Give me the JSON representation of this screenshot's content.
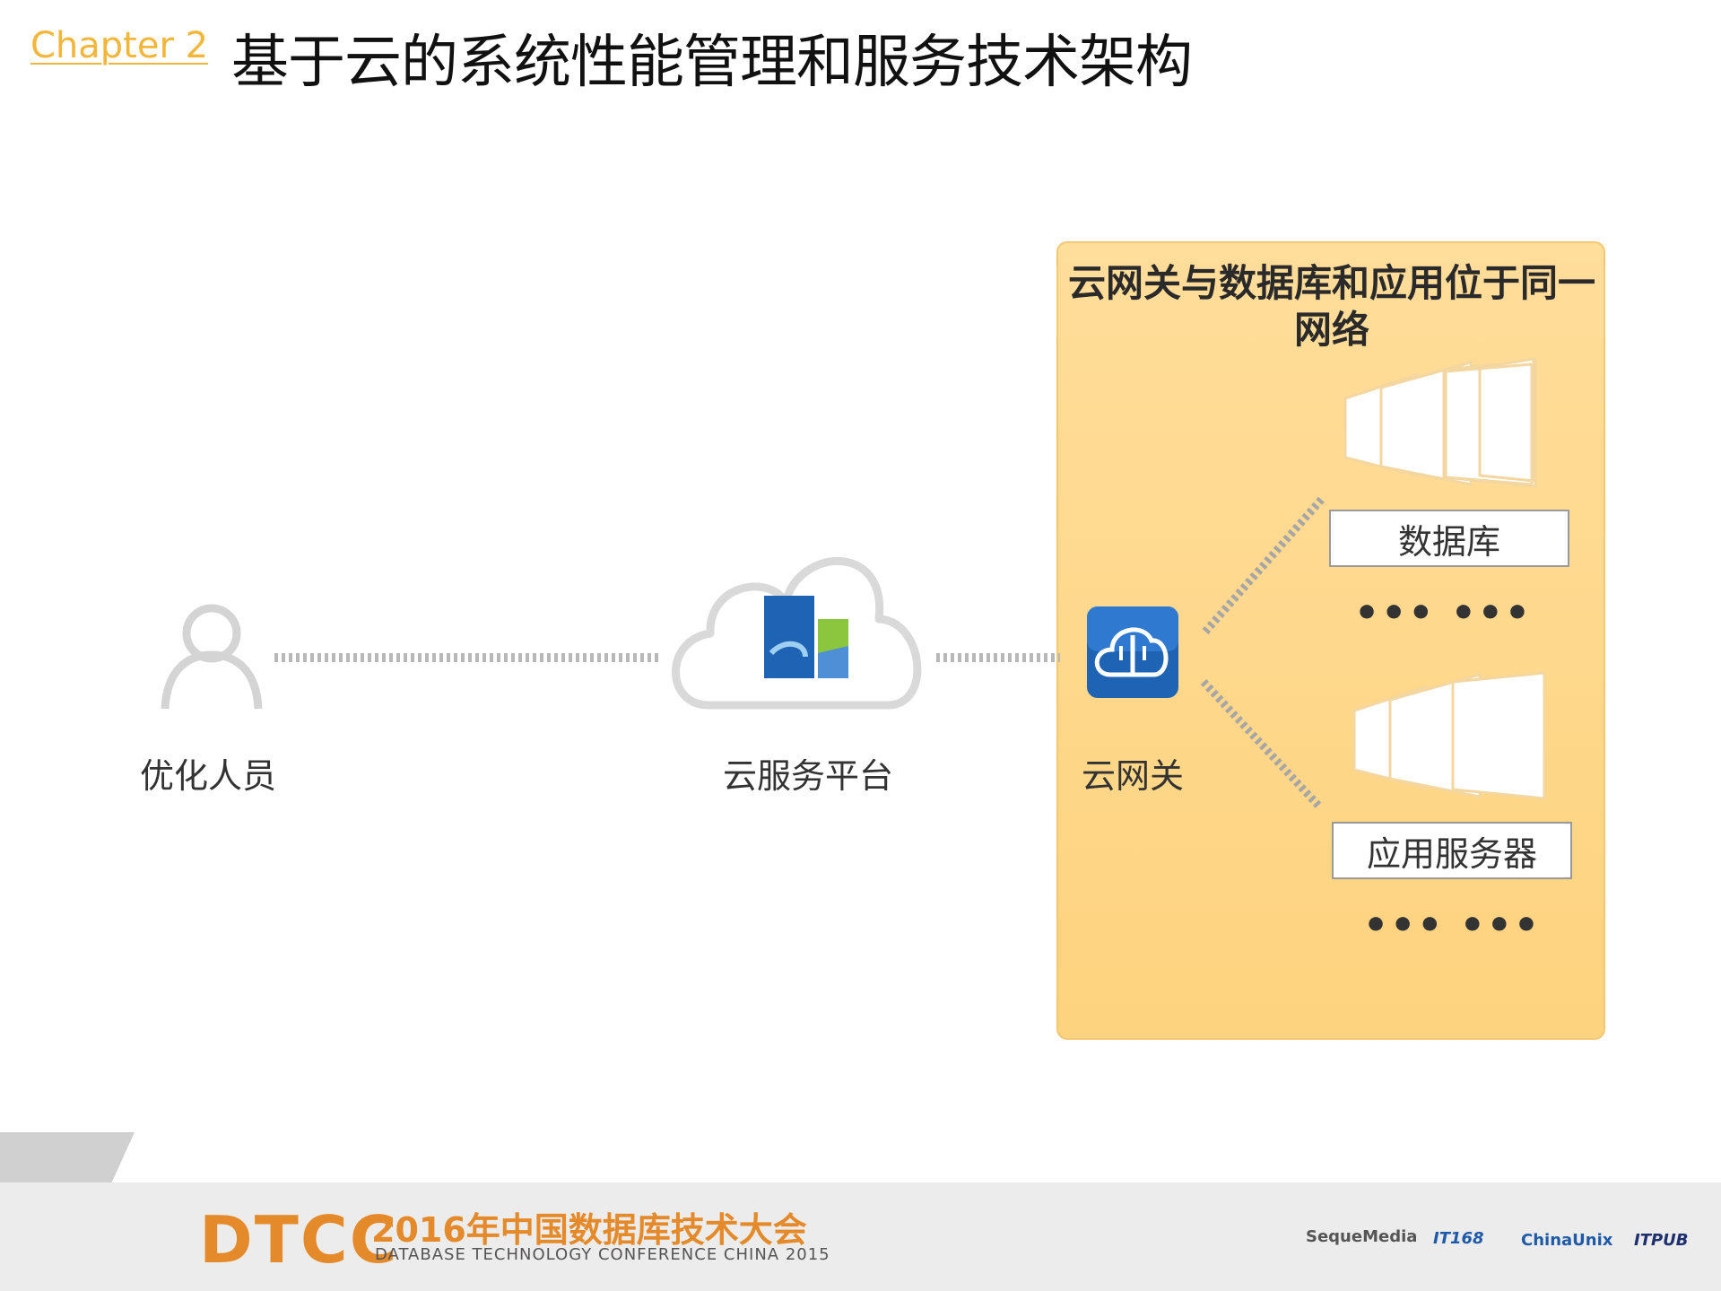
{
  "header": {
    "chapter": "Chapter 2",
    "title": "基于云的系统性能管理和服务技术架构"
  },
  "diagram": {
    "zone_title": "云网关与数据库和应用位于同一网络",
    "nodes": {
      "user_label": "优化人员",
      "cloud_label": "云服务平台",
      "gateway_label": "云网关",
      "database_label": "数据库",
      "app_server_label": "应用服务器",
      "ellipsis_1": "••• •••",
      "ellipsis_2": "••• •••"
    }
  },
  "footer": {
    "logo": "DTCC",
    "conference_cn": "2016年中国数据库技术大会",
    "conference_en": "DATABASE TECHNOLOGY CONFERENCE CHINA 2015",
    "sponsors": [
      "SequeMedia",
      "IT168",
      "ChinaUnix",
      "ITPUB"
    ]
  },
  "colors": {
    "accent": "#f3b63b",
    "zone_fill": "#fed37f",
    "footer_orange": "#e58a2a",
    "gateway_blue": "#1f63b5"
  }
}
